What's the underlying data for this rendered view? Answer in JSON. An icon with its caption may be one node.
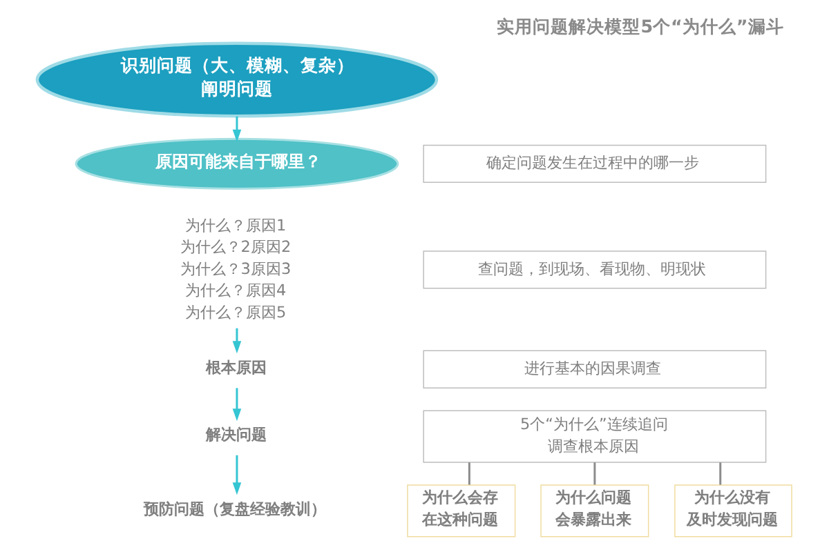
{
  "diagram": {
    "title": "实用问题解决模型5个“为什么”漏斗",
    "nodes": [
      {
        "text": [
          "识别问题（大、模糊、复杂）",
          "阐明问题"
        ]
      },
      {
        "text": [
          "原因可能来自于哪里？"
        ]
      },
      {
        "text": [
          "为什么？原因1",
          "为什么？2原因2",
          "为什么？3原因3",
          "为什么？原因4",
          "为什么？原因5"
        ]
      },
      {
        "text": [
          "根本原因"
        ]
      },
      {
        "text": [
          "解决问题"
        ]
      },
      {
        "text": [
          "预防问题（复盘经验教训）"
        ]
      },
      {
        "text": [
          "确定问题发生在过程中的哪一步"
        ]
      },
      {
        "text": [
          "查问题，到现场、看现物、明现状"
        ]
      },
      {
        "text": [
          "进行基本的因果调查"
        ]
      },
      {
        "text": [
          "5个“为什么”连续追问调查根本原因"
        ]
      },
      {
        "text": [
          "为什么会存在这种问题"
        ]
      },
      {
        "text": [
          "为什么问题会暴露出来"
        ]
      },
      {
        "text": [
          "为什么没有及时发现问题"
        ]
      }
    ],
    "edges": [
      {
        "from": 0,
        "to": 1,
        "arrow": "to"
      },
      {
        "from": 2,
        "to": 3,
        "arrow": "to"
      },
      {
        "from": 3,
        "to": 4,
        "arrow": "to"
      },
      {
        "from": 4,
        "to": 5,
        "arrow": "to"
      },
      {
        "from": 9,
        "to": 10,
        "arrow": "none",
        "color": "#8c8c8c"
      },
      {
        "from": 9,
        "to": 11,
        "arrow": "none",
        "color": "#8c8c8c"
      },
      {
        "from": 9,
        "to": 12,
        "arrow": "none",
        "color": "#8c8c8c"
      }
    ]
  }
}
